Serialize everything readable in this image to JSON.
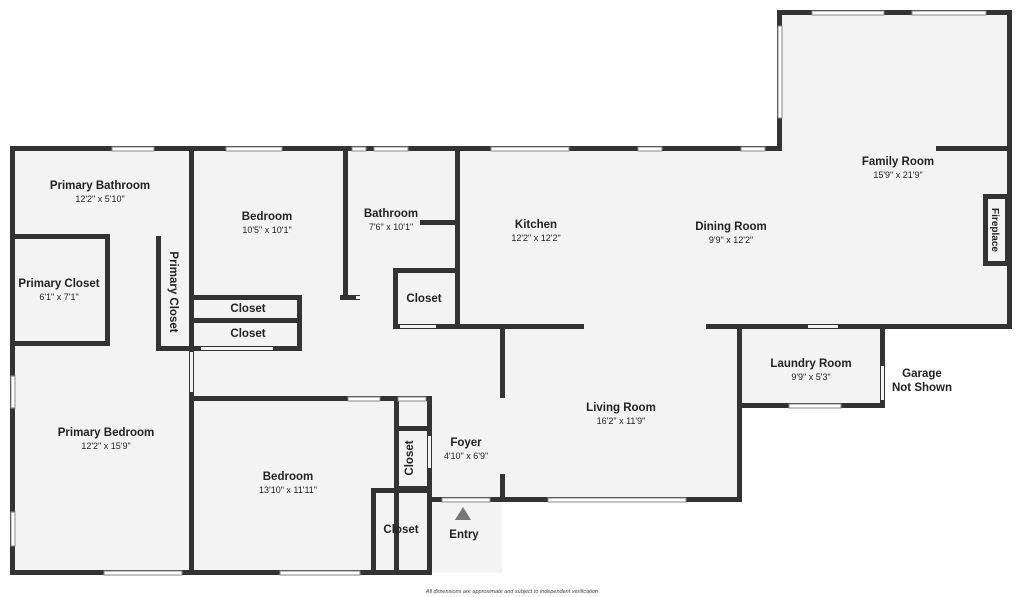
{
  "rooms": {
    "primary_bathroom": {
      "name": "Primary Bathroom",
      "dims": "12'2\" x 5'10\""
    },
    "bedroom_top": {
      "name": "Bedroom",
      "dims": "10'5\" x 10'1\""
    },
    "bathroom": {
      "name": "Bathroom",
      "dims": "7'6\" x 10'1\""
    },
    "kitchen": {
      "name": "Kitchen",
      "dims": "12'2\" x 12'2\""
    },
    "dining_room": {
      "name": "Dining Room",
      "dims": "9'9\" x 12'2\""
    },
    "family_room": {
      "name": "Family Room",
      "dims": "15'9\" x 21'9\""
    },
    "primary_closet": {
      "name": "Primary Closet",
      "dims": "6'1\" x 7'1\""
    },
    "primary_bedroom": {
      "name": "Primary Bedroom",
      "dims": "12'2\" x 15'9\""
    },
    "bedroom_bottom": {
      "name": "Bedroom",
      "dims": "13'10\" x 11'11\""
    },
    "foyer": {
      "name": "Foyer",
      "dims": "4'10\" x 6'9\""
    },
    "living_room": {
      "name": "Living Room",
      "dims": "16'2\" x 11'9\""
    },
    "laundry_room": {
      "name": "Laundry Room",
      "dims": "9'9\" x 5'3\""
    }
  },
  "labels": {
    "primary_closet_vertical": "Primary Closet",
    "closet": "Closet",
    "fireplace": "Fireplace",
    "garage_line1": "Garage",
    "garage_line2": "Not Shown",
    "entry": "Entry"
  },
  "disclaimer": "All dimensions are approximate and subject to independent verification",
  "colors": {
    "wall": "#333333",
    "floor": "#f3f3f3",
    "text": "#222222"
  }
}
